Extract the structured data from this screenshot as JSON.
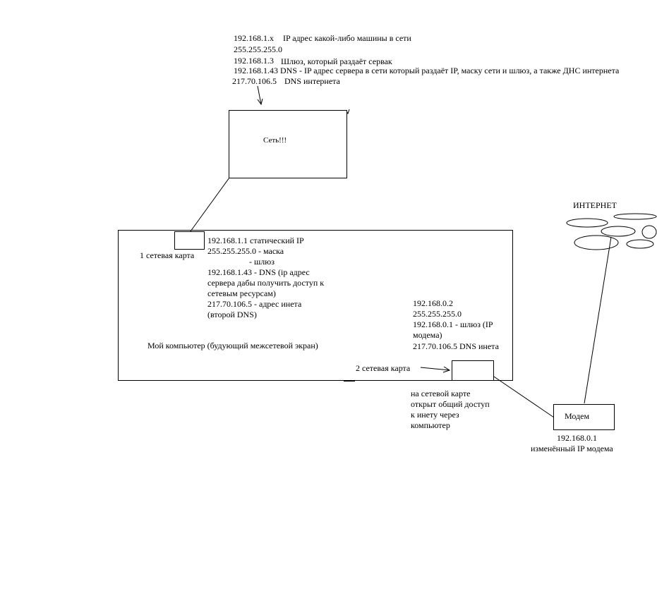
{
  "top_notes": {
    "line1_ip": "192.168.1.x",
    "line1_desc": "IP адрес какой-либо машины в сети",
    "line2": "255.255.255.0",
    "line3_ip": "192.168.1.3",
    "line3_desc": "Шлюз, который раздаёт сервак",
    "line4": "192.168.1.43 DNS - IP адрес сервера  в сети который раздаёт IP, маску сети и шлюз, а также ДНС интернета",
    "line5_ip": "217.70.106.5",
    "line5_desc": "DNS интернета"
  },
  "network_box": {
    "label": "Сеть!!!"
  },
  "internet": {
    "label": "ИНТЕРНЕТ"
  },
  "computer": {
    "label": "Мой компьютер (будующий межсетевой экран)",
    "card1": {
      "label": "1 сетевая карта",
      "lines": [
        "192.168.1.1 статический IP",
        "255.255.255.0 - маска",
        "- шлюз",
        "192.168.1.43 - DNS (ip адрес",
        "сервера дабы получить доступ к",
        "сетевым ресурсам)",
        "217.70.106.5 - адрес инета",
        "(второй DNS)"
      ]
    },
    "card2": {
      "label": "2 сетевая карта",
      "lines": [
        "192.168.0.2",
        "255.255.255.0",
        "192.168.0.1 - шлюз (IP",
        "модема)",
        "217.70.106.5  DNS инета"
      ],
      "note": [
        "на сетевой карте",
        "открыт общий доступ",
        "к инету через",
        "компьютер"
      ]
    }
  },
  "modem": {
    "label": "Модем",
    "ip": "192.168.0.1",
    "ip_note": "изменённый IP модема"
  }
}
